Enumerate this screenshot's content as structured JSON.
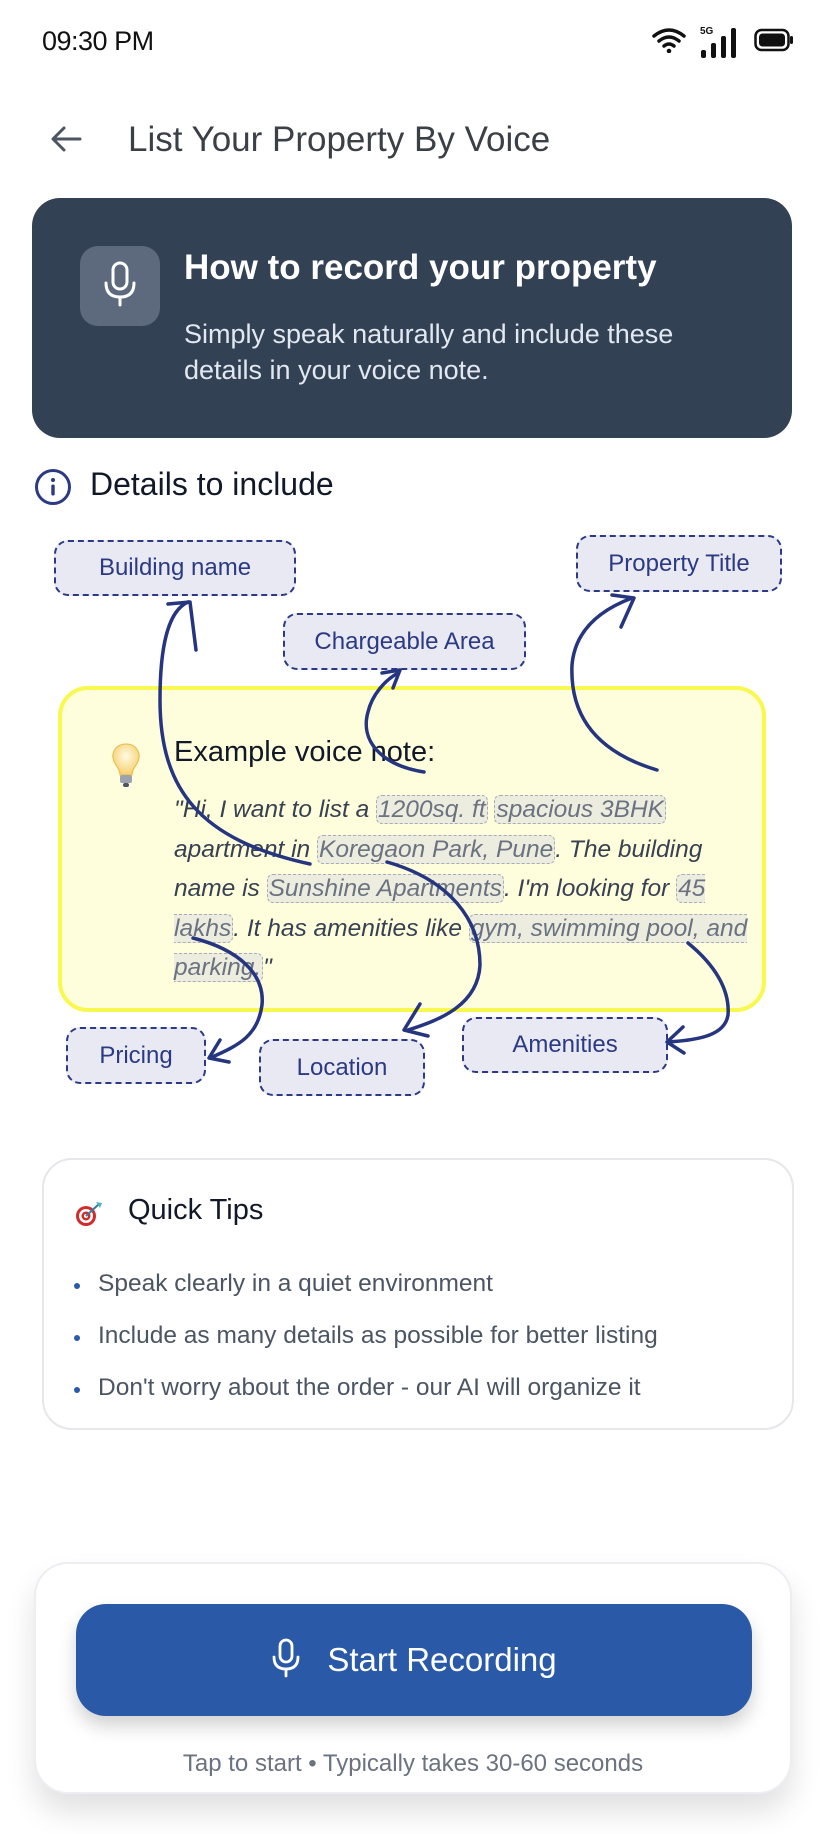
{
  "status_bar": {
    "time": "09:30 PM",
    "network_label": "5G",
    "icons": [
      "wifi-icon",
      "signal-5g-icon",
      "battery-icon"
    ]
  },
  "header": {
    "back_icon": "arrow-left-icon",
    "title": "List Your Property By Voice"
  },
  "hero": {
    "icon": "microphone-icon",
    "title": "How to record your property",
    "subtitle": "Simply speak naturally and include these details in your voice note."
  },
  "details": {
    "icon": "info-icon",
    "title": "Details to include",
    "chips": {
      "building_name": "Building name",
      "property_title": "Property Title",
      "chargeable_area": "Chargeable Area",
      "pricing": "Pricing",
      "location": "Location",
      "amenities": "Amenities"
    }
  },
  "example": {
    "icon": "lightbulb-icon",
    "title": "Example voice note:",
    "segments": {
      "s1": "\"Hi, I want to list a ",
      "area": "1200sq. ft",
      "s2": " ",
      "property_title": "spacious 3BHK",
      "s3": " apartment in ",
      "location": "Koregaon Park, Pune",
      "s4": ". The building name is ",
      "building": "Sunshine Apartments",
      "s5": ". I'm looking for ",
      "price": " 45 lakhs",
      "s6": ". It has amenities like ",
      "amenities": "gym, swimming pool, and parking.",
      "s7": "\""
    }
  },
  "tips": {
    "icon": "target-dart-icon",
    "title": "Quick Tips",
    "items": [
      "Speak clearly in a quiet environment",
      "Include as many details as possible for better listing",
      "Don't worry about the order - our AI will organize it"
    ]
  },
  "recording": {
    "icon": "microphone-icon",
    "button_label": "Start Recording",
    "hint": "Tap to start • Typically takes 30-60 seconds"
  },
  "colors": {
    "hero_bg": "#334155",
    "accent_navy": "#2b3a82",
    "primary_button": "#2a59a8",
    "example_bg": "#fefedc",
    "example_border": "#f8f84f"
  }
}
